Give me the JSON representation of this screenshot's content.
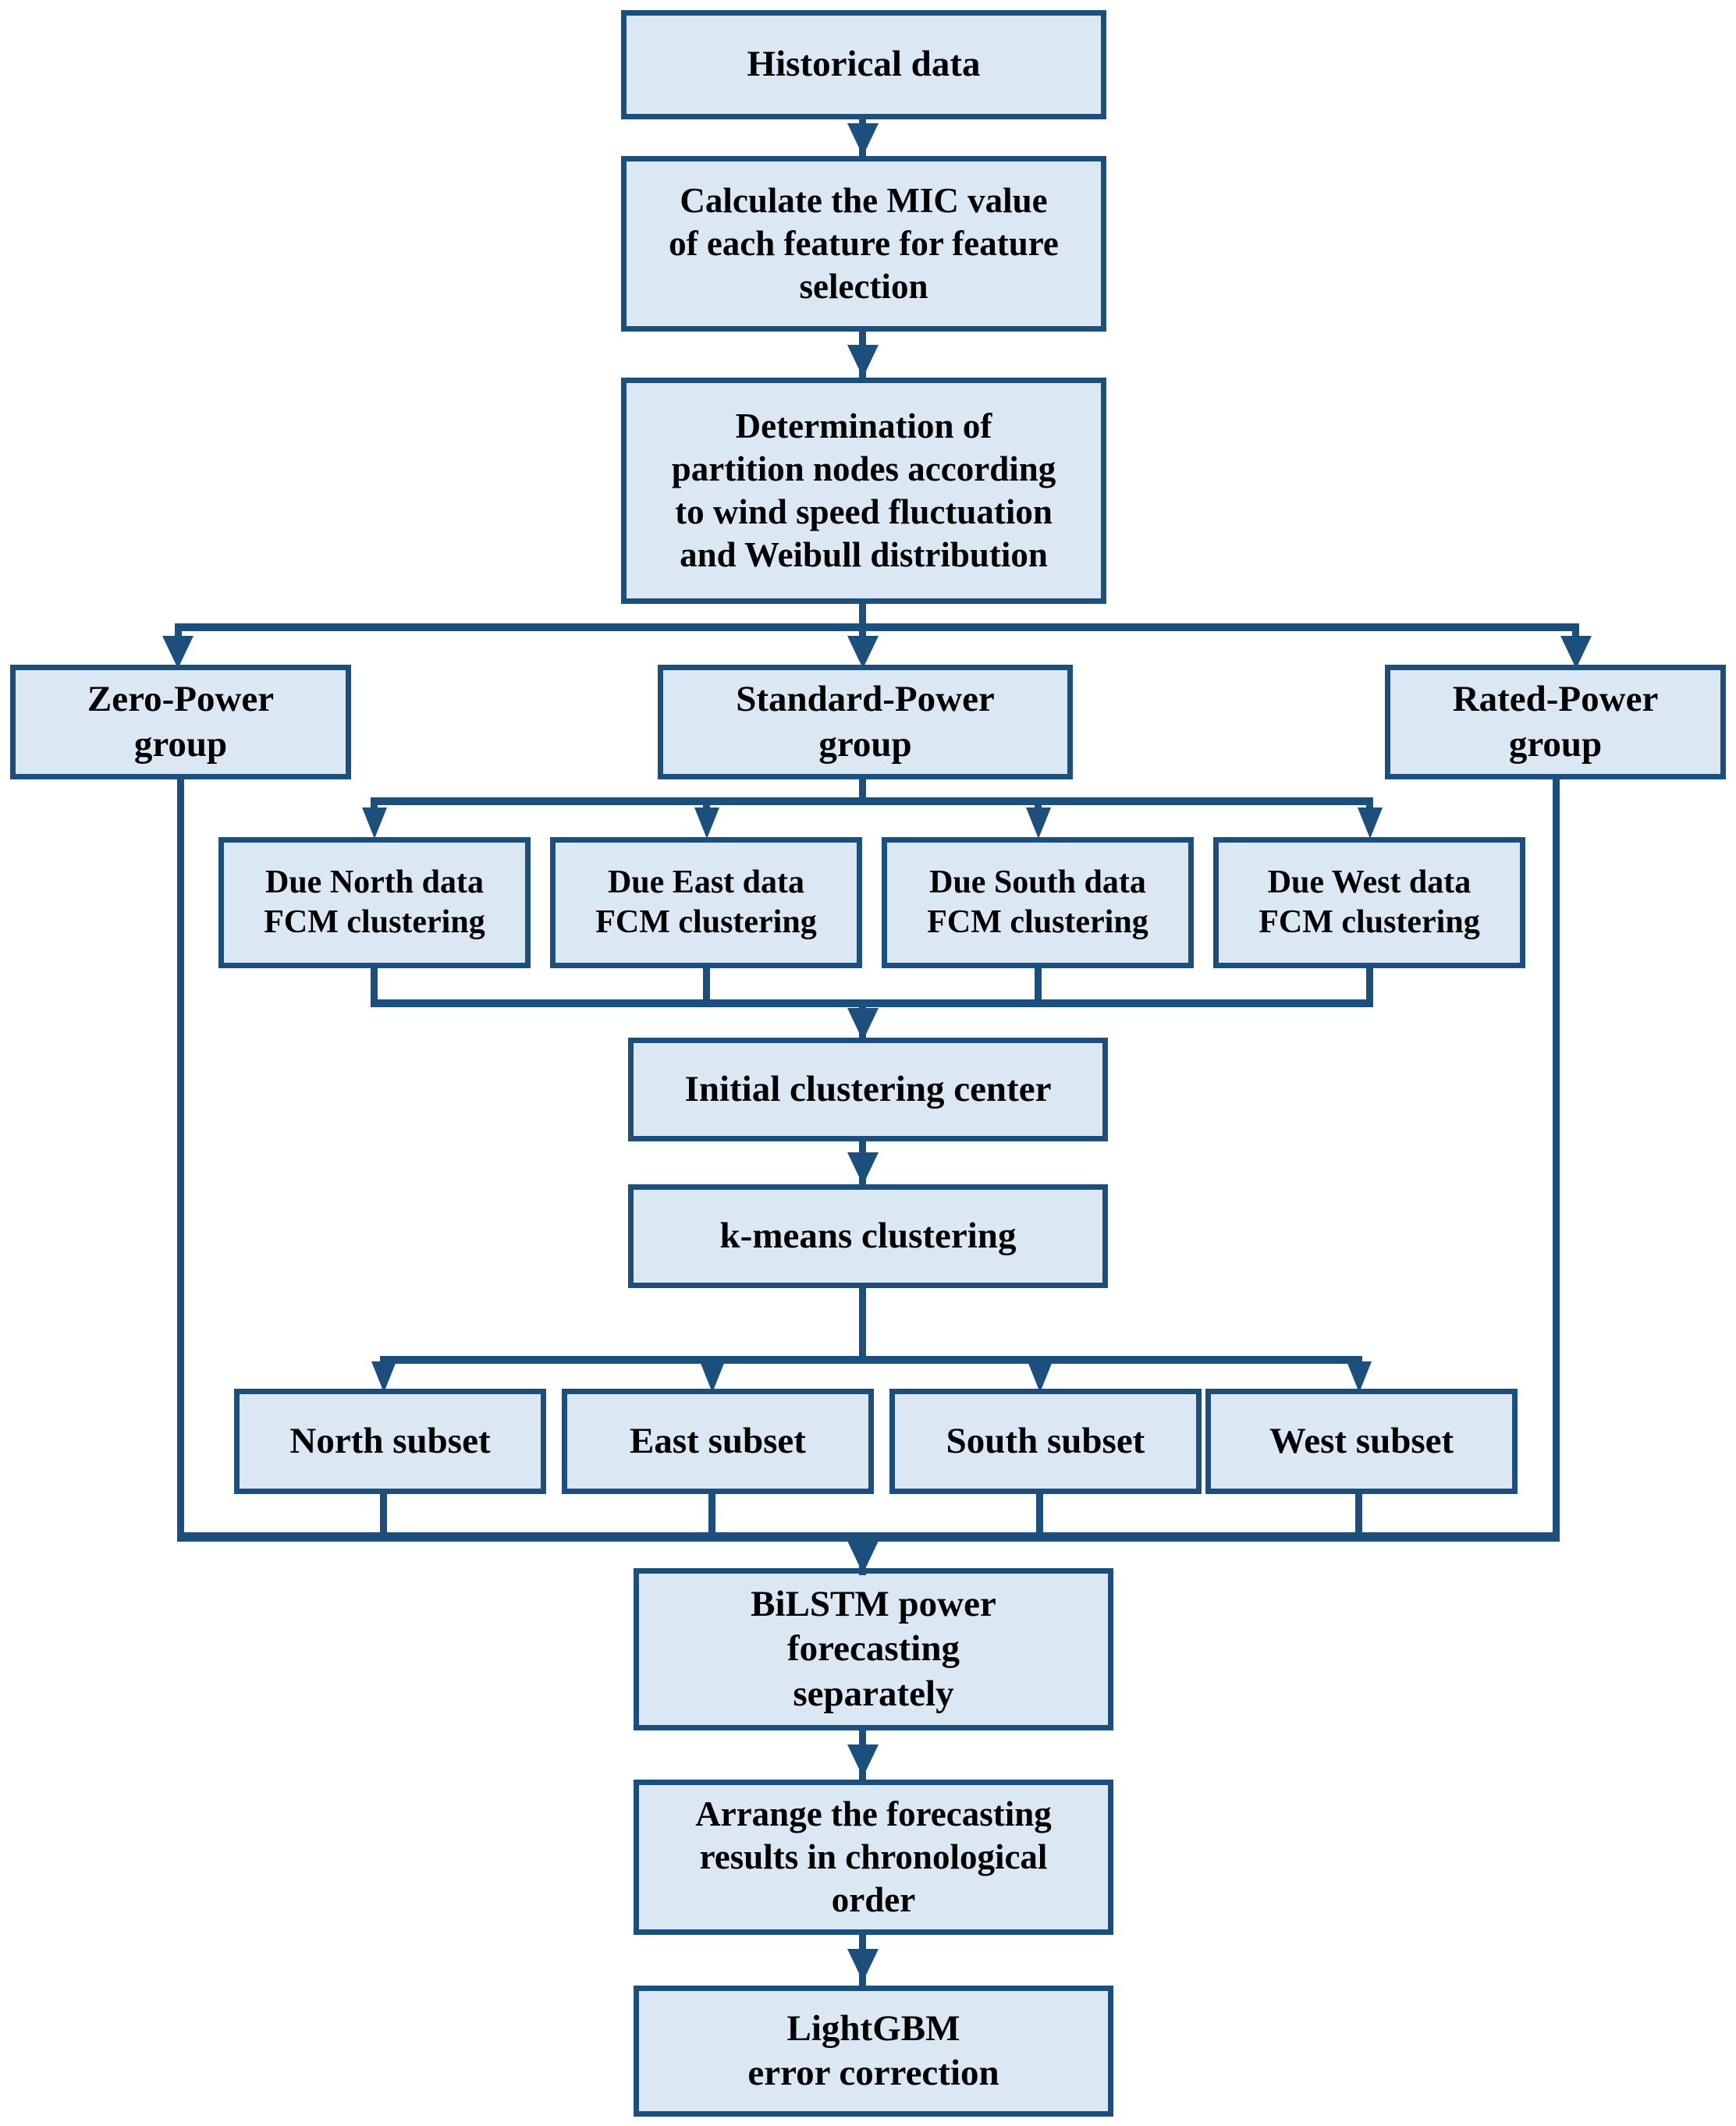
{
  "diagram": {
    "title": "Wind power forecasting framework flowchart",
    "colors": {
      "node_fill": "#dce7f4",
      "node_border": "#1d4f7c",
      "connector": "#1d4f7c",
      "text": "#000000",
      "background": "#ffffff"
    },
    "nodes": {
      "historical_data": "Historical data",
      "mic_value": "Calculate the MIC value\nof each feature for feature\nselection",
      "partition_nodes": "Determination of\npartition nodes according\nto wind speed fluctuation\nand Weibull distribution",
      "zero_power_group": "Zero-Power\ngroup",
      "standard_power_group": "Standard-Power\ngroup",
      "rated_power_group": "Rated-Power\ngroup",
      "fcm_north": "Due North data\nFCM clustering",
      "fcm_east": "Due East data\nFCM clustering",
      "fcm_south": "Due South data\nFCM clustering",
      "fcm_west": "Due West data\nFCM clustering",
      "initial_clustering_center": "Initial clustering center",
      "kmeans_clustering": "k-means clustering",
      "north_subset": "North subset",
      "east_subset": "East subset",
      "south_subset": "South subset",
      "west_subset": "West subset",
      "bilstm": "BiLSTM power\nforecasting\nseparately",
      "arrange_results": "Arrange the forecasting\nresults in chronological\norder",
      "lightgbm": "LightGBM\nerror correction"
    },
    "edges": [
      {
        "from": "historical_data",
        "to": "mic_value"
      },
      {
        "from": "mic_value",
        "to": "partition_nodes"
      },
      {
        "from": "partition_nodes",
        "to": "zero_power_group"
      },
      {
        "from": "partition_nodes",
        "to": "standard_power_group"
      },
      {
        "from": "partition_nodes",
        "to": "rated_power_group"
      },
      {
        "from": "standard_power_group",
        "to": "fcm_north"
      },
      {
        "from": "standard_power_group",
        "to": "fcm_east"
      },
      {
        "from": "standard_power_group",
        "to": "fcm_south"
      },
      {
        "from": "standard_power_group",
        "to": "fcm_west"
      },
      {
        "from": "fcm_north",
        "to": "initial_clustering_center"
      },
      {
        "from": "fcm_east",
        "to": "initial_clustering_center"
      },
      {
        "from": "fcm_south",
        "to": "initial_clustering_center"
      },
      {
        "from": "fcm_west",
        "to": "initial_clustering_center"
      },
      {
        "from": "initial_clustering_center",
        "to": "kmeans_clustering"
      },
      {
        "from": "kmeans_clustering",
        "to": "north_subset"
      },
      {
        "from": "kmeans_clustering",
        "to": "east_subset"
      },
      {
        "from": "kmeans_clustering",
        "to": "south_subset"
      },
      {
        "from": "kmeans_clustering",
        "to": "west_subset"
      },
      {
        "from": "north_subset",
        "to": "bilstm"
      },
      {
        "from": "east_subset",
        "to": "bilstm"
      },
      {
        "from": "south_subset",
        "to": "bilstm"
      },
      {
        "from": "west_subset",
        "to": "bilstm"
      },
      {
        "from": "zero_power_group",
        "to": "bilstm"
      },
      {
        "from": "rated_power_group",
        "to": "bilstm"
      },
      {
        "from": "bilstm",
        "to": "arrange_results"
      },
      {
        "from": "arrange_results",
        "to": "lightgbm"
      }
    ]
  }
}
